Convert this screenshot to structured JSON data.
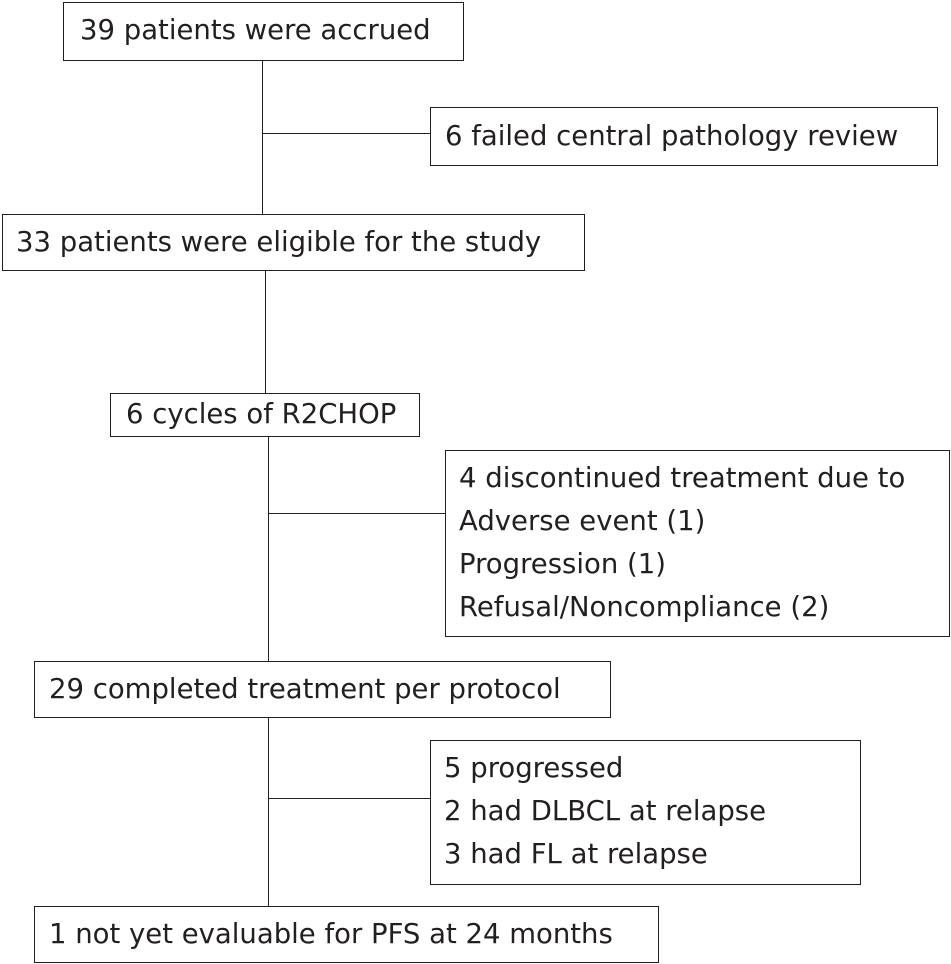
{
  "flowchart": {
    "accrued": "39 patients were accrued",
    "failed_review": "6 failed central pathology review",
    "eligible": "33 patients were eligible for the study",
    "cycles": "6 cycles of R2CHOP",
    "discontinued": {
      "lines": [
        "4 discontinued treatment due to",
        "Adverse event (1)",
        "Progression (1)",
        "Refusal/Noncompliance (2)"
      ]
    },
    "completed": "29 completed treatment per protocol",
    "progressed": {
      "lines": [
        "5 progressed",
        "2 had DLBCL at relapse",
        "3 had FL at relapse"
      ]
    },
    "not_evaluable": "1 not yet evaluable for PFS at 24 months"
  },
  "colors": {
    "stroke": "#231f20",
    "background": "#ffffff"
  }
}
